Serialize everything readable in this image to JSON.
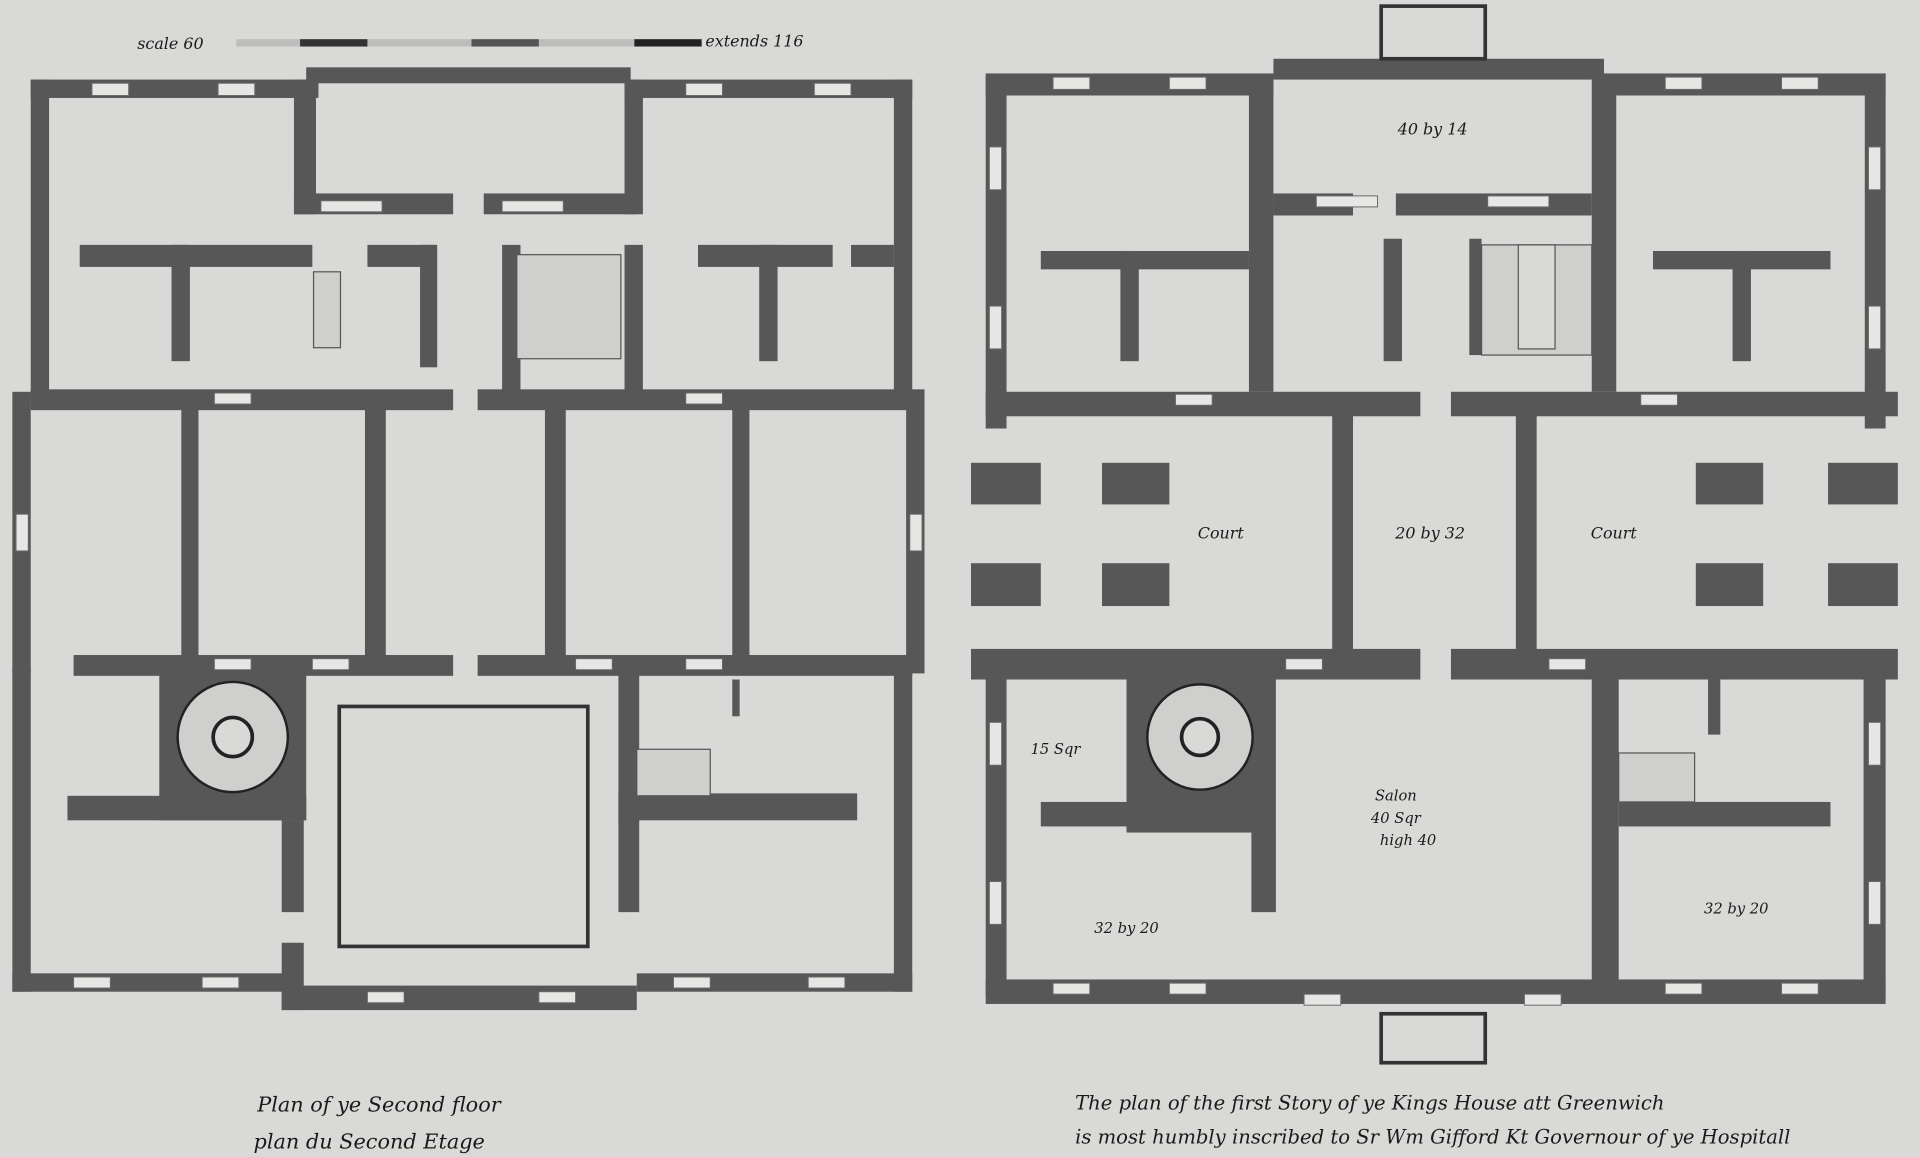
{
  "scale_bar": {
    "left_label": "scale 60",
    "right_label": "extends 116"
  },
  "left_plan": {
    "caption_line1": "Plan of ye Second floor",
    "caption_line2": "plan du Second Etage"
  },
  "right_plan": {
    "caption_line1": "The plan of the first Story of ye Kings House att Greenwich",
    "caption_line2": "is most humbly inscribed to Sr Wm Gifford Kt Governour of ye Hospitall",
    "rooms": {
      "top_center": "40 by 14",
      "court_left": "Court",
      "center": "20 by 32",
      "court_right": "Court",
      "small_room": "15 Sqr",
      "salon_line1": "Salon",
      "salon_line2": "40 Sqr",
      "salon_line3": "high 40",
      "bottom_left": "32 by 20",
      "bottom_right": "32 by 20"
    }
  },
  "colors": {
    "paper": "#d9d9d7",
    "wall": "#575757",
    "ink": "#1a1a1a"
  }
}
